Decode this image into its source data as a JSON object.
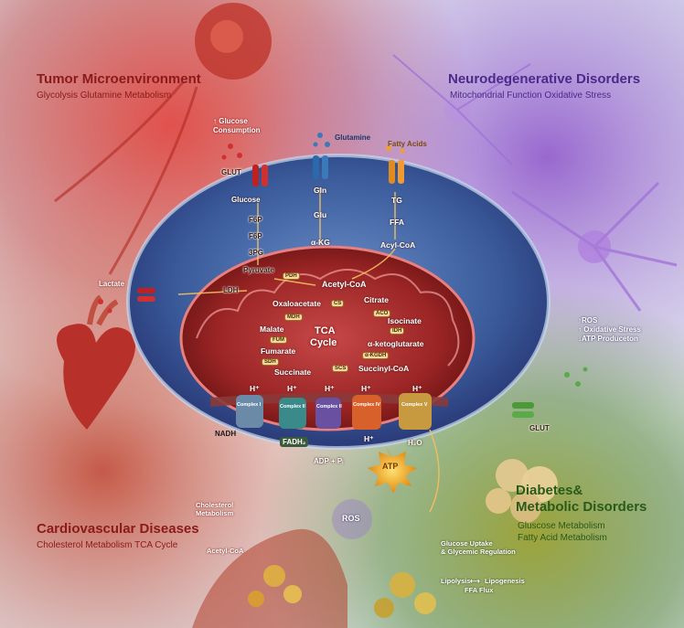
{
  "regions": {
    "tumor": {
      "title": "Tumor Microenvironment",
      "subtitle": "Glycolysis  Glutamine Metabolism",
      "color": "#8b1a1a"
    },
    "neuro": {
      "title": "Neurodegenerative Disorders",
      "subtitle": "Mitochondrial Function  Oxidative Stress",
      "color": "#4a2a8a"
    },
    "cardio": {
      "title": "Cardiovascular Diseases",
      "subtitle": "Cholesterol Metabolism  TCA Cycle",
      "color": "#8b1a1a"
    },
    "diabetes": {
      "title_line1": "Diabetes&",
      "title_line2": "Metabolic Disorders",
      "subtitle_line1": "Gluscose Metabolism",
      "subtitle_line2": "Fatty Acid Metabolism",
      "color": "#2a5a1a"
    }
  },
  "labels": {
    "glucose_consumption_line1": "↑ Glucose",
    "glucose_consumption_line2": "Consumption",
    "glut_left": "GLUT",
    "glut_right": "GLUT",
    "glutamine": "Glutamine",
    "fatty_acids": "Fatty Acids",
    "glucose": "Glucose",
    "f6p_1": "F6P",
    "f6p_2": "F6P",
    "p3g": "3PG",
    "pyruvate": "Pyruvate",
    "lactate": "Lactate",
    "ldh": "LDH",
    "pdh": "PDH",
    "gln": "Gln",
    "glu": "Glu",
    "akg_top": "α-KG",
    "tg": "TG",
    "ffa": "FFA",
    "acyl_coa": "Acyl-CoA",
    "acetyl_coa": "Acetyl-CoA",
    "oxaloacetate": "Oxaloacetate",
    "cs": "CS",
    "citrate": "Citrate",
    "aco": "ACO",
    "isocitrate": "Isocinate",
    "idh": "IDH",
    "mdh": "MDH",
    "malate": "Malate",
    "fum": "FUM",
    "fumarate": "Fumarate",
    "tca_line1": "TCA",
    "tca_line2": "Cycle",
    "akg_cycle": "α-ketoglutarate",
    "kgdh": "α-KGDH",
    "sdh": "SDH",
    "succinate": "Succinate",
    "scs": "SCS",
    "succinyl_coa": "Succinyl-CoA",
    "hplus": "H⁺",
    "complex1": "Complex I",
    "complex2": "Complex II",
    "complex3": "Complex II",
    "complex4": "Complex IV",
    "complex5": "Complex V",
    "nadh": "NADH",
    "fadh2": "FADH₂",
    "h2o": "H₂O",
    "adp": "ADP + Pᵢ",
    "atp": "ATP",
    "ros_bottom": "ROS",
    "ros_up": "↑ROS",
    "ox_stress": "↑ Oxidative Stress",
    "atp_prod": "↓ATP Produceton",
    "cholesterol_line1": "Cholesterol",
    "cholesterol_line2": "Metabolism",
    "acetyl_coa_bottom": "Acetyl-CoA",
    "glucose_uptake_line1": "Glucose Uptake",
    "glucose_uptake_line2": "& Glycemic Regulation",
    "lipolysis": "Lipolysis",
    "lipogenesis": "Lipogenesis",
    "ffa_flux": "FFA Flux"
  }
}
